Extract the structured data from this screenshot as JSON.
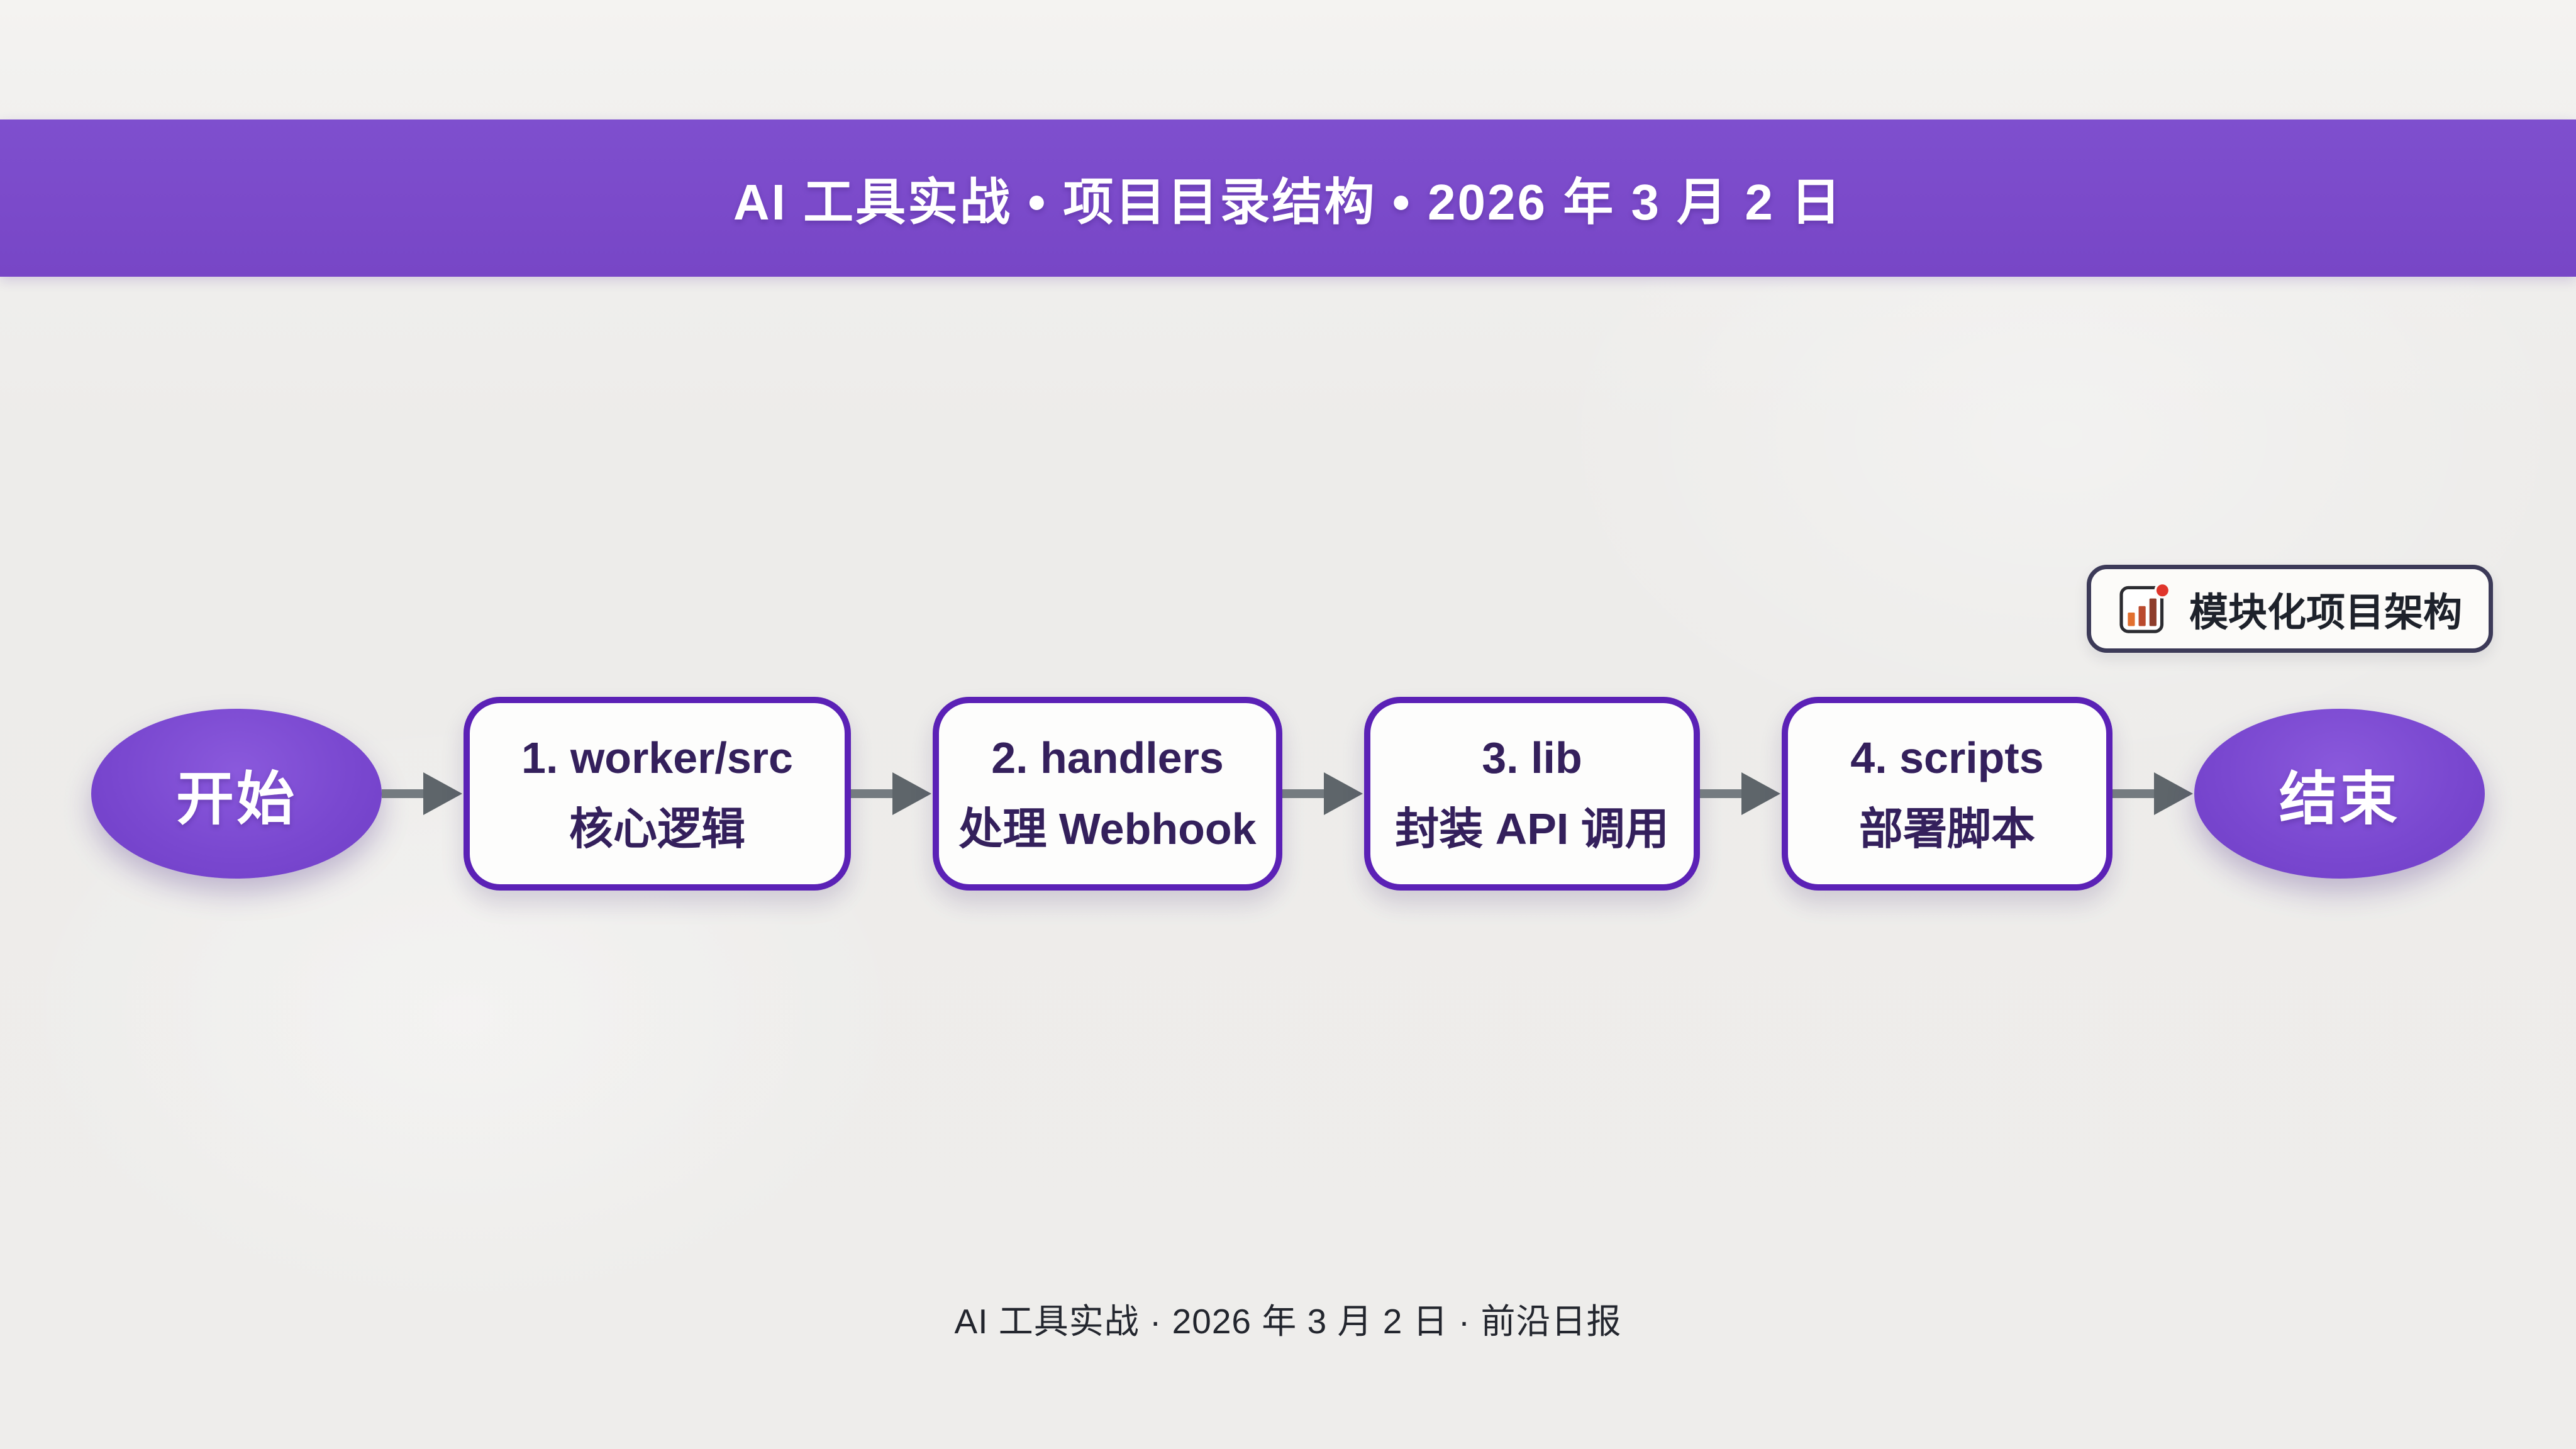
{
  "header": {
    "title": "AI 工具实战 • 项目目录结构 • 2026 年 3 月 2 日"
  },
  "badge": {
    "icon": "bar-chart-icon",
    "label": "模块化项目架构"
  },
  "flow": {
    "nodes": [
      {
        "type": "start-ellipse",
        "label": "开始"
      },
      {
        "type": "process-box",
        "line1": "1. worker/src",
        "line2": "核心逻辑"
      },
      {
        "type": "process-box",
        "line1": "2. handlers",
        "line2": "处理 Webhook"
      },
      {
        "type": "process-box",
        "line1": "3. lib",
        "line2": "封装 API 调用"
      },
      {
        "type": "process-box",
        "line1": "4. scripts",
        "line2": "部署脚本"
      },
      {
        "type": "end-ellipse",
        "label": "结束"
      }
    ]
  },
  "footer": {
    "text": "AI 工具实战 · 2026 年 3 月 2 日 · 前沿日报"
  },
  "colors": {
    "banner": "#7B4ACA",
    "ellipse_fill": "#7A48D0",
    "box_border": "#5B21B6",
    "box_text": "#34205C",
    "arrow_shaft": "#747B80",
    "arrow_head": "#5E656A",
    "badge_border": "#3C3A58",
    "badge_text": "#1E222B",
    "background": "#EEEDEB",
    "text_on_purple": "#FFFFFF",
    "footer_text": "#23262E",
    "icon_bar_1": "#E2702F",
    "icon_bar_2": "#BA4A2E",
    "icon_bar_3": "#8E3D2C",
    "icon_dot": "#E0352B"
  }
}
